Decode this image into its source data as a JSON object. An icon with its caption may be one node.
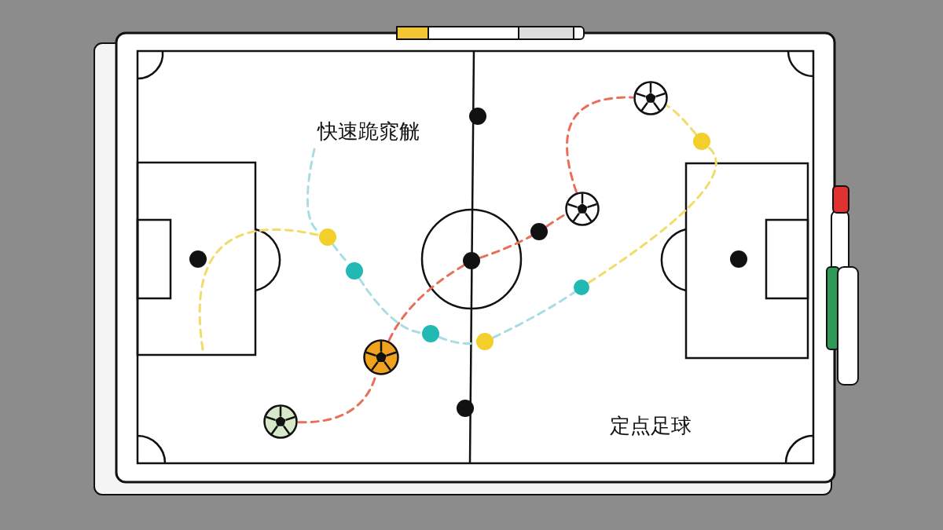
{
  "diagram": {
    "nodes": [
      {
        "text": [],
        "shape": "circle"
      },
      {
        "text": [],
        "shape": "ball"
      },
      {
        "text": [],
        "shape": "circle"
      },
      {
        "text": [],
        "shape": "ball"
      },
      {
        "text": [],
        "shape": "circle"
      },
      {
        "text": [],
        "shape": "circle"
      },
      {
        "text": [],
        "shape": "circle"
      },
      {
        "text": [],
        "shape": "circle"
      },
      {
        "text": [],
        "shape": "circle"
      },
      {
        "text": [],
        "shape": "circle"
      },
      {
        "text": [],
        "shape": "circle"
      },
      {
        "text": [],
        "shape": "circle"
      },
      {
        "text": [],
        "shape": "circle"
      },
      {
        "text": [],
        "shape": "ball"
      },
      {
        "text": [],
        "shape": "circle"
      },
      {
        "text": [],
        "shape": "ball"
      }
    ],
    "edges": [
      {
        "from": 15,
        "to": 13,
        "arrow": "none",
        "style": "dashed",
        "color": "#e8705a"
      },
      {
        "from": 13,
        "to": 7,
        "arrow": "none",
        "style": "dashed",
        "color": "#e8705a"
      },
      {
        "from": 7,
        "to": 4,
        "arrow": "none",
        "style": "dashed",
        "color": "#e8705a"
      },
      {
        "from": 4,
        "to": 3,
        "arrow": "none",
        "style": "dashed",
        "color": "#e8705a"
      },
      {
        "from": 3,
        "to": 1,
        "arrow": "none",
        "style": "dashed",
        "color": "#e8705a"
      },
      {
        "from": null,
        "to": 5,
        "arrow": "none",
        "style": "dashed",
        "color": "#a8dde4"
      },
      {
        "from": null,
        "to": 5,
        "arrow": "none",
        "style": "dashed",
        "color": "#f0dc6a"
      },
      {
        "from": 5,
        "to": 9,
        "arrow": "none",
        "style": "dashed",
        "color": "#a8dde4"
      },
      {
        "from": 9,
        "to": 11,
        "arrow": "none",
        "style": "dashed",
        "color": "#a8dde4"
      },
      {
        "from": 11,
        "to": 12,
        "arrow": "none",
        "style": "dashed",
        "color": "#a8dde4"
      },
      {
        "from": 12,
        "to": 10,
        "arrow": "none",
        "style": "dashed",
        "color": "#a8dde4"
      },
      {
        "from": 10,
        "to": 2,
        "arrow": "none",
        "style": "dashed",
        "color": "#f0dc6a"
      },
      {
        "from": 2,
        "to": 1,
        "arrow": "none",
        "style": "dashed",
        "color": "#f0dc6a"
      }
    ],
    "labels": [
      "快速跪窕觥",
      "定点足球"
    ]
  }
}
